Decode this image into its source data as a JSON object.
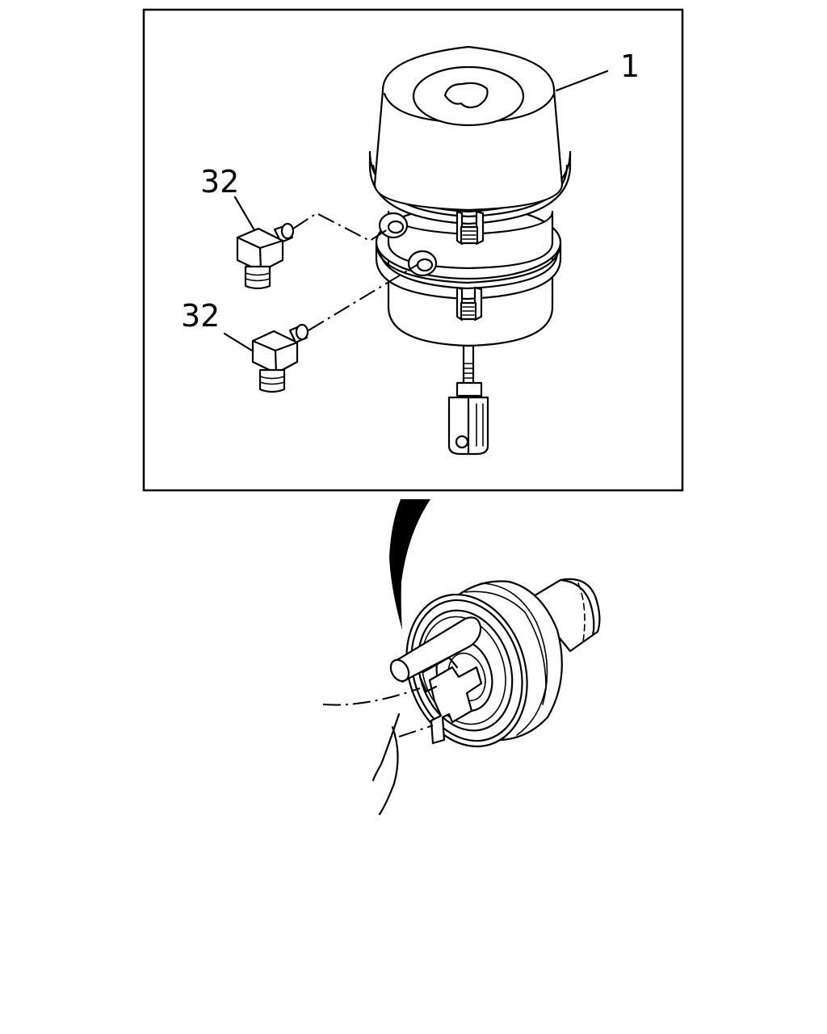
{
  "callouts": {
    "part_1": "1",
    "part_32_upper": "32",
    "part_32_lower": "32"
  },
  "colors": {
    "line": "#000000",
    "background": "#ffffff"
  }
}
